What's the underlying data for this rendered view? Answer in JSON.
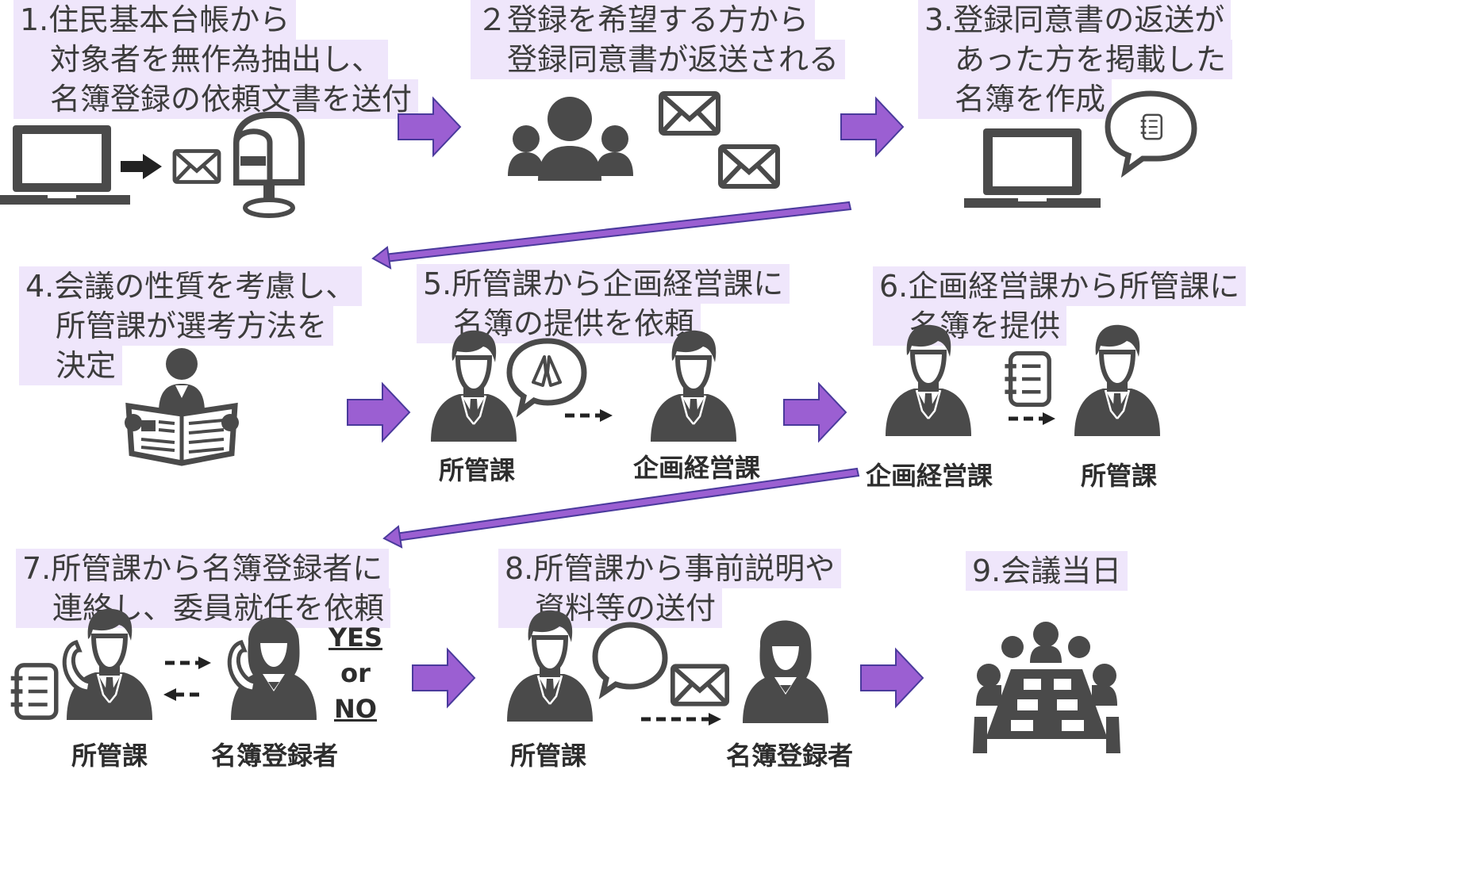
{
  "colors": {
    "arrow": "#9b5fd2",
    "arrow_stroke": "#4a3a9c",
    "icon": "#4a4a4a",
    "highlight": "#efe6fb"
  },
  "steps": [
    {
      "id": 1,
      "lines": [
        "1.住民基本台帳から",
        "　対象者を無作為抽出し、",
        "　名簿登録の依頼文書を送付"
      ],
      "icons": [
        "laptop-icon",
        "arrow-icon",
        "envelope-icon",
        "mailbox-icon"
      ]
    },
    {
      "id": 2,
      "lines": [
        "２登録を希望する方から",
        "　登録同意書が返送される"
      ],
      "icons": [
        "group-icon",
        "envelope-icon"
      ]
    },
    {
      "id": 3,
      "lines": [
        "3.登録同意書の返送が",
        "　あった方を掲載した",
        "　名簿を作成"
      ],
      "icons": [
        "laptop-icon",
        "list-bubble-icon"
      ]
    },
    {
      "id": 4,
      "lines": [
        "4.会議の性質を考慮し、",
        "　所管課が選考方法を",
        "　決定"
      ],
      "icons": [
        "newspaper-reader-icon"
      ]
    },
    {
      "id": 5,
      "lines": [
        "5.所管課から企画経営課に",
        "　名簿の提供を依頼"
      ],
      "icons": [
        "businessman-icon",
        "praying-hands-bubble-icon"
      ],
      "labels": [
        "所管課",
        "企画経営課"
      ]
    },
    {
      "id": 6,
      "lines": [
        "6.企画経営課から所管課に",
        "　名簿を提供"
      ],
      "icons": [
        "businessman-icon",
        "list-icon"
      ],
      "labels": [
        "企画経営課",
        "所管課"
      ]
    },
    {
      "id": 7,
      "lines": [
        "7.所管課から名簿登録者に",
        "　連絡し、委員就任を依頼"
      ],
      "icons": [
        "list-icon",
        "phone-icon",
        "businessman-icon",
        "businesswoman-icon"
      ],
      "labels": [
        "所管課",
        "名簿登録者"
      ],
      "answer": {
        "yes": "YES",
        "or": "or",
        "no": "NO"
      }
    },
    {
      "id": 8,
      "lines": [
        "8.所管課から事前説明や",
        "　資料等の送付"
      ],
      "icons": [
        "businessman-icon",
        "speech-bubble-icon",
        "envelope-icon",
        "businesswoman-icon"
      ],
      "labels": [
        "所管課",
        "名簿登録者"
      ]
    },
    {
      "id": 9,
      "lines": [
        "9.会議当日"
      ],
      "icons": [
        "meeting-table-icon"
      ]
    }
  ]
}
